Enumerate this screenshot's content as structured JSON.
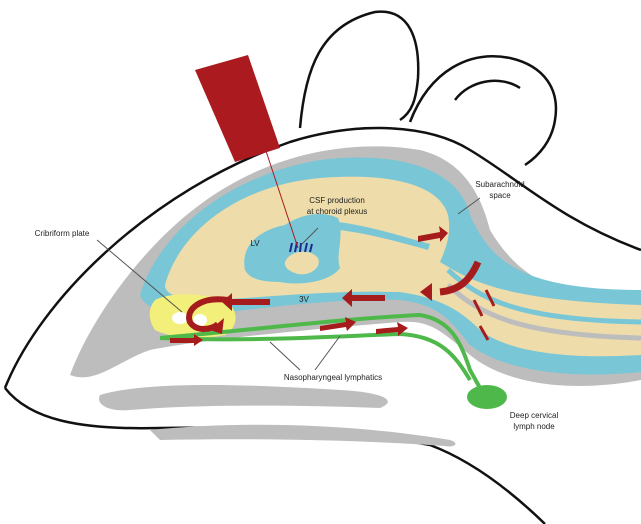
{
  "labels": {
    "csf_line1": "CSF production",
    "csf_line2": "at choroid plexus",
    "subarachnoid_line1": "Subarachnoid",
    "subarachnoid_line2": "space",
    "cribriform": "Cribriform plate",
    "lv": "LV",
    "v3": "3V",
    "nasopharyngeal": "Nasopharyngeal lymphatics",
    "node_line1": "Deep cervical",
    "node_line2": "lymph node"
  },
  "colors": {
    "outline": "#111111",
    "bone": "#bdbdbd",
    "csf": "#78c6d6",
    "brain": "#eeddaa",
    "cribriform": "#f2f07a",
    "lymphatic": "#4fb84a",
    "arrow": "#a61c1c",
    "beam": "#aa1a1f",
    "plexus": "#1e2a8c"
  }
}
